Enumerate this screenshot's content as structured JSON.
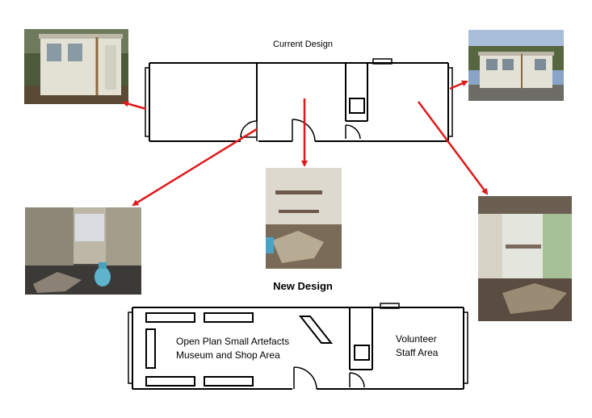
{
  "diagram": {
    "current_title": "Current Design",
    "new_title": "New Design",
    "labels": {
      "museum_line1": "Open Plan Small Artefacts",
      "museum_line2": "Museum and Shop Area",
      "staff_line1": "Volunteer",
      "staff_line2": "Staff Area"
    },
    "colors": {
      "arrow": "#e0191b",
      "wall": "#000000"
    },
    "photos": [
      {
        "name": "photo-exterior-left",
        "subject": "portable cabin exterior in woods"
      },
      {
        "name": "photo-exterior-right",
        "subject": "portable cabin exterior side view"
      },
      {
        "name": "photo-interior-left",
        "subject": "interior with gas cylinder and debris"
      },
      {
        "name": "photo-interior-center",
        "subject": "interior with damaged floor"
      },
      {
        "name": "photo-interior-right",
        "subject": "interior with collapsed ceiling"
      }
    ]
  }
}
